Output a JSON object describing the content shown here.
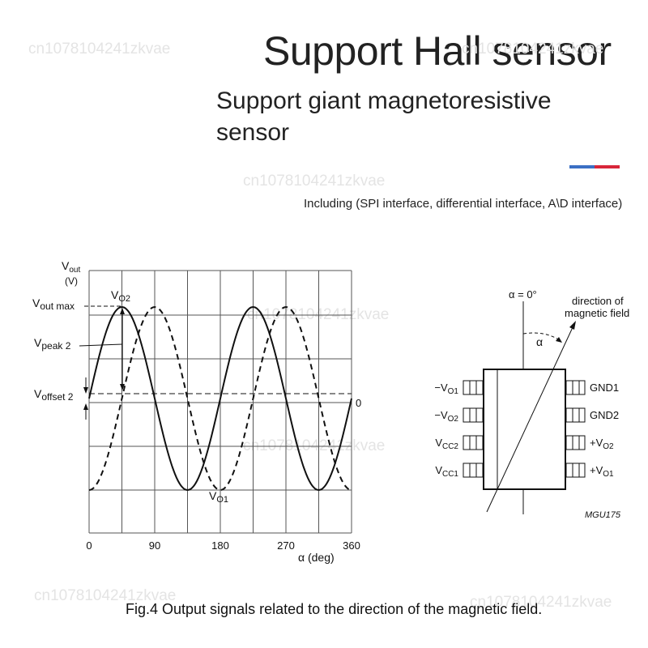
{
  "header": {
    "title": "Support Hall sensor",
    "subtitle": "Support giant magnetoresistive sensor",
    "including": "Including (SPI interface, differential interface, A\\D interface)",
    "accent_colors": [
      "#3b6fc4",
      "#d8263a"
    ]
  },
  "watermark": "cn1078104241zkvae",
  "chart": {
    "y_label_main": "V",
    "y_label_sub": "out",
    "y_unit": "(V)",
    "vout_max_main": "V",
    "vout_max_sub": "out max",
    "vo2_main": "V",
    "vo2_sub": "O2",
    "vpeak_main": "V",
    "vpeak_sub": "peak 2",
    "voffset_main": "V",
    "voffset_sub": "offset 2",
    "vo1_main": "V",
    "vo1_sub": "O1",
    "zero_label": "0",
    "x_ticks": [
      "0",
      "90",
      "180",
      "270",
      "360"
    ],
    "x_label": "α (deg)"
  },
  "chart_data": {
    "type": "line",
    "x": [
      0,
      90,
      180,
      270,
      360
    ],
    "series": [
      {
        "style": "solid",
        "equation": "sin(2α)",
        "amplitude": 1,
        "offset": 0
      },
      {
        "style": "dashed",
        "equation": "-cos(2α)",
        "amplitude": 1,
        "offset": 0
      }
    ],
    "xlim": [
      0,
      360
    ],
    "ylim": [
      -1.15,
      1.15
    ],
    "grid": true
  },
  "package": {
    "alpha_zero": "α = 0°",
    "direction_label_1": "direction of",
    "direction_label_2": "magnetic field",
    "alpha": "α",
    "left_pins": [
      {
        "main": "−V",
        "sub": "O1"
      },
      {
        "main": "−V",
        "sub": "O2"
      },
      {
        "main": "V",
        "sub": "CC2"
      },
      {
        "main": "V",
        "sub": "CC1"
      }
    ],
    "right_pins": [
      {
        "main": "GND1",
        "sub": ""
      },
      {
        "main": "GND2",
        "sub": ""
      },
      {
        "main": "+V",
        "sub": "O2"
      },
      {
        "main": "+V",
        "sub": "O1"
      }
    ],
    "code": "MGU175"
  },
  "caption": "Fig.4  Output signals related to the direction of the magnetic field."
}
